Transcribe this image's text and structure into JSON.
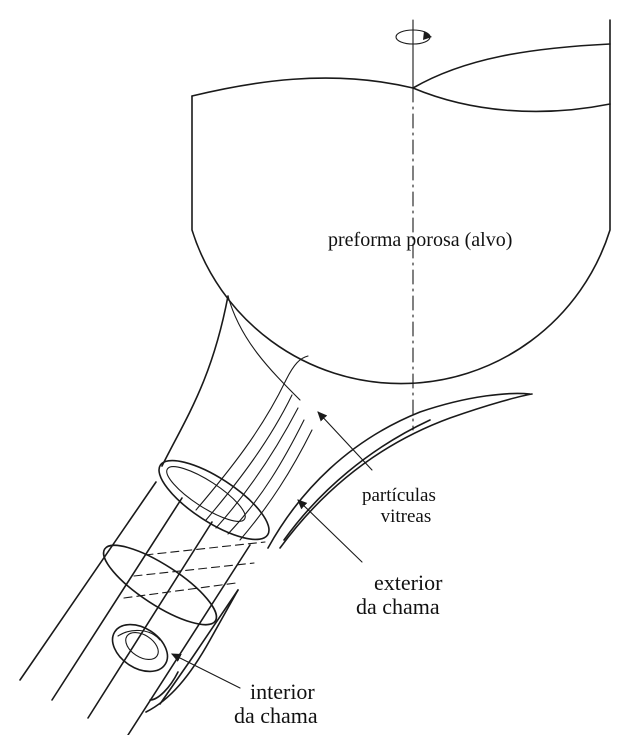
{
  "figure": {
    "labels": {
      "preform": "preforma porosa (alvo)",
      "particles_line1": "partículas",
      "particles_line2": "vitreas",
      "outer_flame_line1": "exterior",
      "outer_flame_line2": "da chama",
      "inner_flame_line1": "interior",
      "inner_flame_line2": "da chama"
    },
    "icons": [
      "rotation-arrow-icon",
      "pointer-arrow-icon"
    ],
    "stroke_color": "#1a1a1a",
    "background": "#ffffff"
  }
}
